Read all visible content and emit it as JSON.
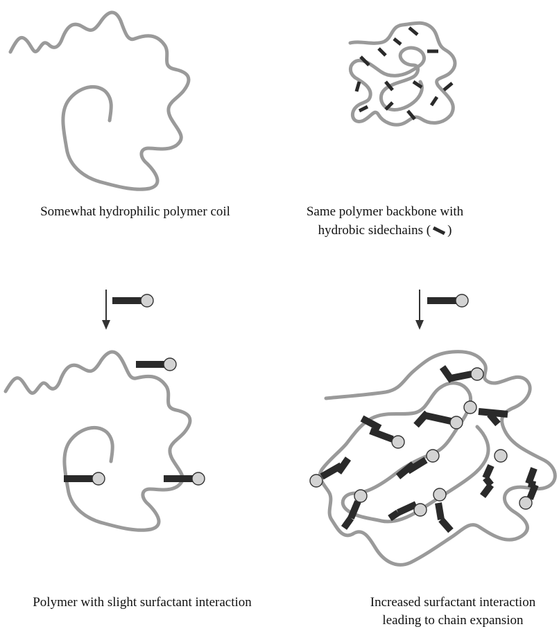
{
  "panels": [
    {
      "id": "coil",
      "caption_lines": [
        "Somewhat hydrophilic polymer coil"
      ]
    },
    {
      "id": "sidechains",
      "caption_lines": [
        "Same polymer backbone with",
        "hydrobic sidechains (",
        ")"
      ]
    },
    {
      "id": "slight",
      "caption_lines": [
        "Polymer with slight surfactant interaction"
      ]
    },
    {
      "id": "expansion",
      "caption_lines": [
        "Increased surfactant interaction",
        "leading to chain expansion"
      ]
    }
  ],
  "icons": [
    "down-arrow-icon",
    "surfactant-molecule-icon",
    "sidechain-icon"
  ],
  "colors": {
    "backbone": "#9a9a9a",
    "tail": "#2a2a2a",
    "head": "#d3d3d3"
  }
}
